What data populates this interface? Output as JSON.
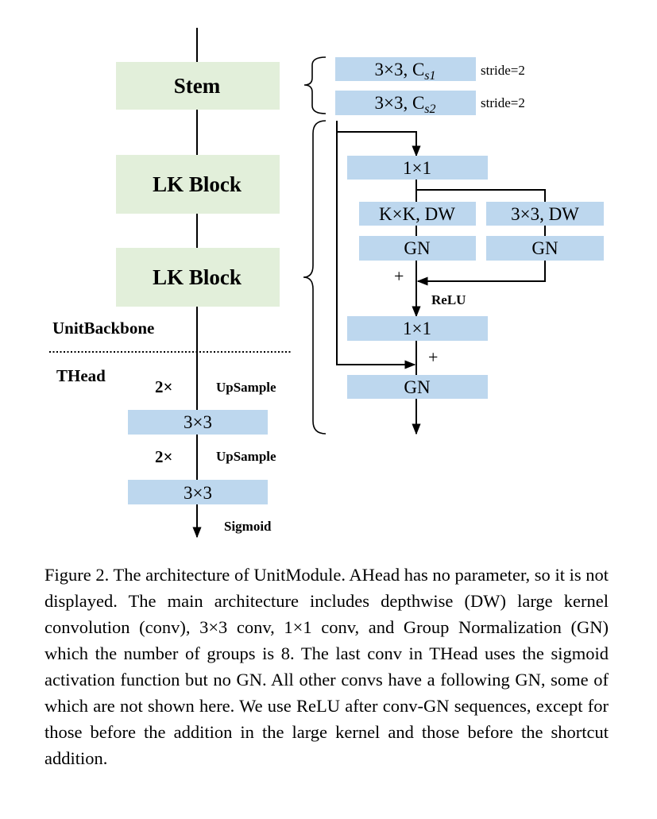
{
  "diagram": {
    "stem_label": "Stem",
    "lk_block_1_label": "LK Block",
    "lk_block_2_label": "LK Block",
    "unit_backbone_label": "UnitBackbone",
    "thead_label": "THead",
    "upsample_factor_1": "2×",
    "upsample_label_1": "UpSample",
    "thead_conv_1": "3×3",
    "upsample_factor_2": "2×",
    "upsample_label_2": "UpSample",
    "thead_conv_2": "3×3",
    "sigmoid_label": "Sigmoid",
    "stem_conv_1_main": "3×3, C",
    "stem_conv_1_sub": "s1",
    "stem_conv_2_main": "3×3, C",
    "stem_conv_2_sub": "s2",
    "stride_1": "stride=2",
    "stride_2": "stride=2",
    "lk_conv_1x1_top": "1×1",
    "lk_dw_large": "K×K, DW",
    "lk_dw_small": "3×3, DW",
    "lk_gn_left": "GN",
    "lk_gn_right": "GN",
    "plus_1": "+",
    "relu_label": "ReLU",
    "lk_conv_1x1_bottom": "1×1",
    "plus_2": "+",
    "lk_gn_bottom": "GN",
    "colors": {
      "block_green": "#e2efda",
      "box_blue": "#bdd7ee",
      "line": "#000000"
    }
  },
  "caption": "Figure 2.  The architecture of UnitModule. AHead has no parameter, so it is not displayed. The main architecture includes depthwise (DW) large kernel convolution (conv), 3×3 conv, 1×1 conv, and Group Normalization (GN) which the number of groups is 8. The last conv in THead uses the sigmoid activation function but no GN. All other convs have a following GN, some of which are not shown here. We use ReLU after conv-GN sequences, except for those before the addition in the large kernel and those before the shortcut addition."
}
